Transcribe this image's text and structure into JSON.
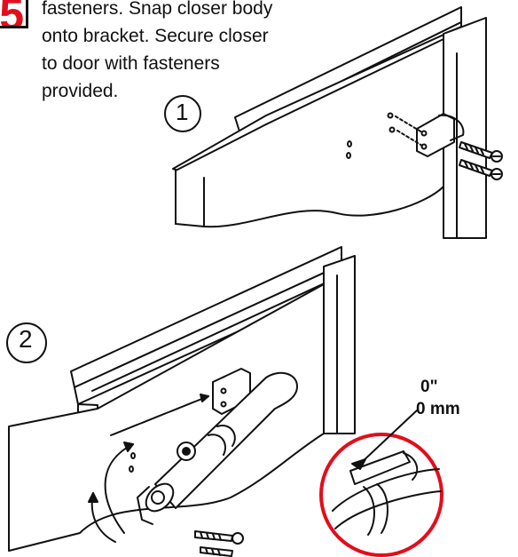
{
  "step": {
    "number": "5",
    "color": "#e30d1c"
  },
  "instructions": {
    "lines": [
      "fasteners. Snap closer body",
      "onto bracket. Secure closer",
      "to door with fasteners",
      "provided."
    ]
  },
  "figure_labels": {
    "one": "1",
    "two": "2"
  },
  "callout": {
    "inches": "0\"",
    "millimeters": "0 mm"
  },
  "colors": {
    "line": "#111111",
    "highlight": "#e30d1c"
  }
}
